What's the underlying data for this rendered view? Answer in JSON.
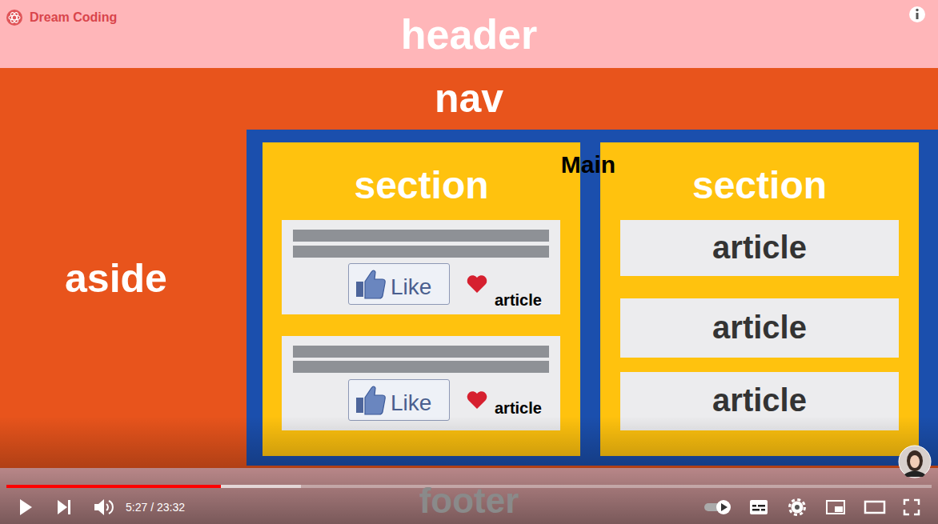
{
  "diagram": {
    "nodes": [
      {
        "text": [
          "header"
        ]
      },
      {
        "text": [
          "nav"
        ]
      },
      {
        "text": [
          "aside"
        ]
      },
      {
        "text": [
          "Main"
        ]
      },
      {
        "text": [
          "section"
        ],
        "in": 3
      },
      {
        "text": [
          "article"
        ],
        "in": 4
      },
      {
        "text": [
          "Like"
        ],
        "in": 5
      },
      {
        "text": [
          "article"
        ],
        "in": 4
      },
      {
        "text": [
          "Like"
        ],
        "in": 7
      },
      {
        "text": [
          "section"
        ],
        "in": 3
      },
      {
        "text": [
          "article"
        ],
        "in": 9
      },
      {
        "text": [
          "article"
        ],
        "in": 9
      },
      {
        "text": [
          "article"
        ],
        "in": 9
      },
      {
        "text": [
          "footer"
        ]
      }
    ],
    "labels": [
      "Dream Coding",
      "5:27 / 23:32"
    ]
  }
}
